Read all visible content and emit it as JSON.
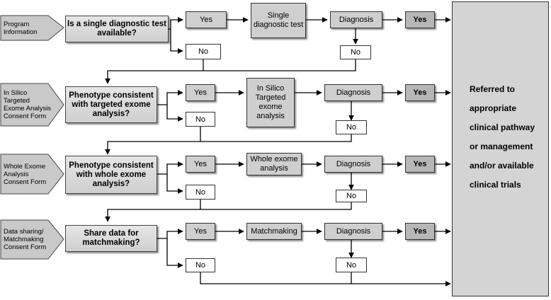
{
  "rows": [
    {
      "input": "Program Information",
      "question": "Is a single diagnostic test available?",
      "yes": "Yes",
      "no": "No",
      "process": "Single diagnostic test",
      "diagnosis": "Diagnosis",
      "diag_yes": "Yes",
      "diag_no": "No"
    },
    {
      "input": "In Silico Targeted Exome Analysis Consent Form",
      "question": "Phenotype consistent with targeted exome analysis?",
      "yes": "Yes",
      "no": "No",
      "process": "In Silico Targeted exome analysis",
      "diagnosis": "Diagnosis",
      "diag_yes": "Yes",
      "diag_no": "No"
    },
    {
      "input": "Whole Exome Analysis Consent Form",
      "question": "Phenotype consistent with whole exome analysis?",
      "yes": "Yes",
      "no": "No",
      "process": "Whole exome analysis",
      "diagnosis": "Diagnosis",
      "diag_yes": "Yes",
      "diag_no": "No"
    },
    {
      "input": "Data sharing/ Matchmaking Consent Form",
      "question": "Share data for matchmaking?",
      "yes": "Yes",
      "no": "No",
      "process": "Matchmaking",
      "diagnosis": "Diagnosis",
      "diag_yes": "Yes",
      "diag_no": "No"
    }
  ],
  "outcome": "Referred to appropriate clinical pathway or management and/or available clinical trials"
}
